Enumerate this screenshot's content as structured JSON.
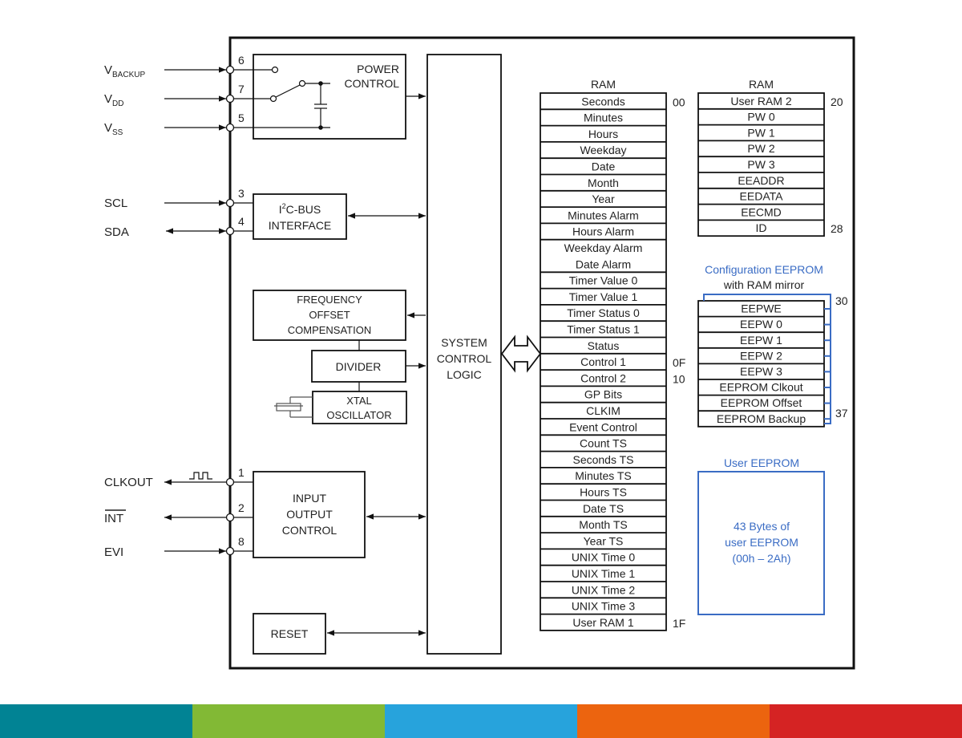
{
  "pins": [
    {
      "label": "V",
      "sub": "BACKUP",
      "number": "6",
      "direction": "in"
    },
    {
      "label": "V",
      "sub": "DD",
      "number": "7",
      "direction": "in"
    },
    {
      "label": "V",
      "sub": "SS",
      "number": "5",
      "direction": "in"
    },
    {
      "label": "SCL",
      "sub": "",
      "number": "3",
      "direction": "in"
    },
    {
      "label": "SDA",
      "sub": "",
      "number": "4",
      "direction": "bidir"
    },
    {
      "label": "CLKOUT",
      "sub": "",
      "number": "1",
      "direction": "out"
    },
    {
      "label": "INT",
      "sub": "",
      "number": "2",
      "direction": "out",
      "overline": true
    },
    {
      "label": "EVI",
      "sub": "",
      "number": "8",
      "direction": "in"
    }
  ],
  "blocks": {
    "power_control": [
      "POWER",
      "CONTROL"
    ],
    "i2c": {
      "prefix": "I",
      "sup": "2",
      "rest": "C-BUS",
      "line2": "INTERFACE"
    },
    "freq_offset": [
      "FREQUENCY",
      "OFFSET",
      "COMPENSATION"
    ],
    "divider": "DIVIDER",
    "xtal": [
      "XTAL",
      "OSCILLATOR"
    ],
    "io_control": [
      "INPUT",
      "OUTPUT",
      "CONTROL"
    ],
    "reset": "RESET",
    "system_control": [
      "SYSTEM",
      "CONTROL",
      "LOGIC"
    ]
  },
  "ram_main": {
    "title": "RAM",
    "rows": [
      {
        "label": "Seconds",
        "addr": "00"
      },
      {
        "label": "Minutes"
      },
      {
        "label": "Hours"
      },
      {
        "label": "Weekday"
      },
      {
        "label": "Date"
      },
      {
        "label": "Month"
      },
      {
        "label": "Year"
      },
      {
        "label": "Minutes Alarm"
      },
      {
        "label": "Hours Alarm"
      },
      {
        "label": "Weekday Alarm",
        "label2": "Date Alarm",
        "span": 2
      },
      {
        "label": "Timer Value 0"
      },
      {
        "label": "Timer Value 1"
      },
      {
        "label": "Timer Status 0"
      },
      {
        "label": "Timer Status 1"
      },
      {
        "label": "Status"
      },
      {
        "label": "Control 1",
        "addr": "0F"
      },
      {
        "label": "Control 2",
        "addr": "10"
      },
      {
        "label": "GP Bits"
      },
      {
        "label": "CLKIM"
      },
      {
        "label": "Event Control"
      },
      {
        "label": "Count TS"
      },
      {
        "label": "Seconds TS"
      },
      {
        "label": "Minutes TS"
      },
      {
        "label": "Hours TS"
      },
      {
        "label": "Date TS"
      },
      {
        "label": "Month TS"
      },
      {
        "label": "Year TS"
      },
      {
        "label": "UNIX Time 0"
      },
      {
        "label": "UNIX Time 1"
      },
      {
        "label": "UNIX Time 2"
      },
      {
        "label": "UNIX Time 3"
      },
      {
        "label": "User RAM 1",
        "addr": "1F"
      }
    ]
  },
  "ram_user": {
    "title": "RAM",
    "rows": [
      {
        "label": "User RAM 2",
        "addr": "20"
      },
      {
        "label": "PW 0"
      },
      {
        "label": "PW 1"
      },
      {
        "label": "PW 2"
      },
      {
        "label": "PW 3"
      },
      {
        "label": "EEADDR"
      },
      {
        "label": "EEDATA"
      },
      {
        "label": "EECMD"
      },
      {
        "label": "ID",
        "addr": "28"
      }
    ]
  },
  "config_eeprom": {
    "title": "Configuration EEPROM",
    "subtitle": "with RAM mirror",
    "addr_start": "30",
    "addr_end": "37",
    "rows": [
      "EEPWE",
      "EEPW 0",
      "EEPW 1",
      "EEPW 2",
      "EEPW 3",
      "EEPROM Clkout",
      "EEPROM Offset",
      "EEPROM Backup"
    ]
  },
  "user_eeprom": {
    "title": "User EEPROM",
    "lines": [
      "43 Bytes of",
      "user EEPROM",
      "(00h – 2Ah)"
    ]
  },
  "colors": {
    "accent_blue": "#3a6cc4",
    "bar": [
      "#018394",
      "#82b935",
      "#27a3dc",
      "#ec640f",
      "#d52323"
    ]
  }
}
